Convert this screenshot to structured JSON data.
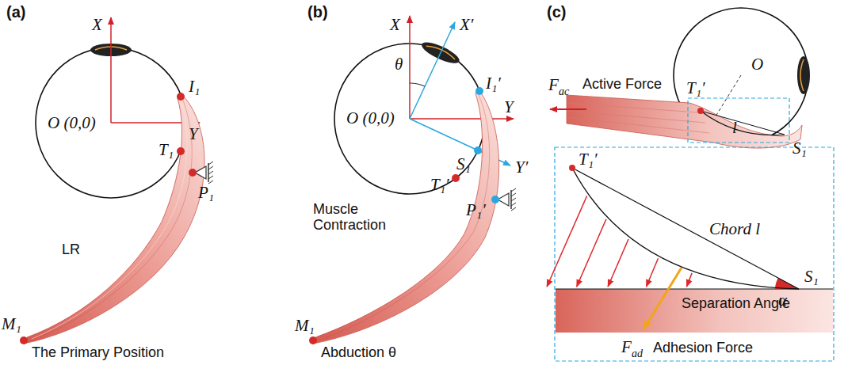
{
  "diagram": {
    "labels": [
      "(a)",
      "X",
      "I₁",
      "O (0,0)",
      "Y",
      "T₁",
      "P₁",
      "LR",
      "M₁",
      "The Primary Position",
      "(b)",
      "X",
      "X′",
      "θ",
      "I₁′",
      "O (0,0)",
      "S₁",
      "Y",
      "T₁′",
      "Y′",
      "P₁′",
      "Muscle Contraction",
      "M₁",
      "Abduction θ",
      "(c)",
      "F",
      "ac",
      "Active Force",
      "O",
      "T₁′",
      "l",
      "S₁",
      "T₁′",
      "Chord l",
      "α",
      "S₁",
      "Separation Angle",
      "F",
      "ad",
      "Adhesion Force"
    ]
  }
}
